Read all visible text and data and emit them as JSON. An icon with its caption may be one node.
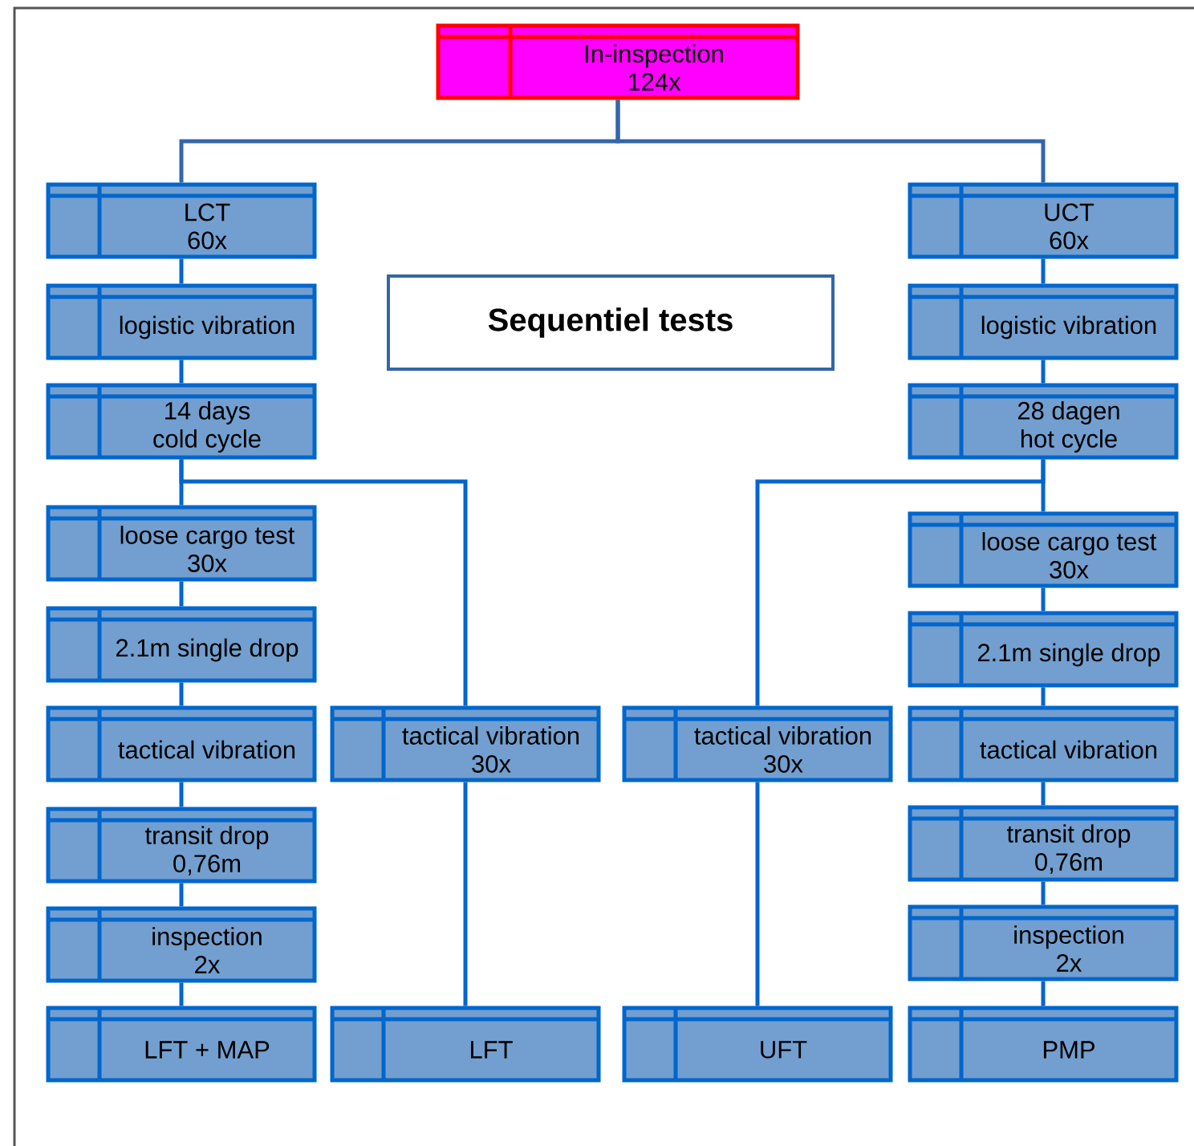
{
  "diagram": {
    "title": "Sequentiel tests",
    "nodes": [
      {
        "text": [
          "In-inspection 124x"
        ]
      },
      {
        "text": [
          "LCT 60x"
        ]
      },
      {
        "text": [
          "UCT 60x"
        ]
      },
      {
        "text": [
          "logistic vibration"
        ]
      },
      {
        "text": [
          "logistic vibration"
        ]
      },
      {
        "text": [
          "14 days cold cycle"
        ]
      },
      {
        "text": [
          "28 dagen hot cycle"
        ]
      },
      {
        "text": [
          "loose cargo test 30x"
        ]
      },
      {
        "text": [
          "loose cargo test 30x"
        ]
      },
      {
        "text": [
          "2.1m single drop"
        ]
      },
      {
        "text": [
          "2.1m single drop"
        ]
      },
      {
        "text": [
          "tactical vibration"
        ]
      },
      {
        "text": [
          "tactical vibration 30x"
        ]
      },
      {
        "text": [
          "tactical vibration 30x"
        ]
      },
      {
        "text": [
          "tactical vibration"
        ]
      },
      {
        "text": [
          "transit drop 0,76m"
        ]
      },
      {
        "text": [
          "transit drop 0,76m"
        ]
      },
      {
        "text": [
          "inspection 2x"
        ]
      },
      {
        "text": [
          "inspection 2x"
        ]
      },
      {
        "text": [
          "LFT + MAP"
        ]
      },
      {
        "text": [
          "LFT"
        ]
      },
      {
        "text": [
          "UFT"
        ]
      },
      {
        "text": [
          "PMP"
        ]
      }
    ],
    "edges": [
      {
        "from": 0,
        "to": 1,
        "arrow": "none"
      },
      {
        "from": 0,
        "to": 2,
        "arrow": "none"
      },
      {
        "from": 1,
        "to": 3,
        "arrow": "none"
      },
      {
        "from": 2,
        "to": 4,
        "arrow": "none"
      },
      {
        "from": 3,
        "to": 5,
        "arrow": "none"
      },
      {
        "from": 4,
        "to": 6,
        "arrow": "none"
      },
      {
        "from": 5,
        "to": 7,
        "arrow": "none"
      },
      {
        "from": 5,
        "to": 12,
        "arrow": "none"
      },
      {
        "from": 6,
        "to": 8,
        "arrow": "none"
      },
      {
        "from": 6,
        "to": 13,
        "arrow": "none"
      },
      {
        "from": 7,
        "to": 9,
        "arrow": "none"
      },
      {
        "from": 9,
        "to": 11,
        "arrow": "none"
      },
      {
        "from": 11,
        "to": 15,
        "arrow": "none"
      },
      {
        "from": 15,
        "to": 17,
        "arrow": "none"
      },
      {
        "from": 17,
        "to": 19,
        "arrow": "none"
      },
      {
        "from": 12,
        "to": 20,
        "arrow": "none"
      },
      {
        "from": 13,
        "to": 21,
        "arrow": "none"
      },
      {
        "from": 8,
        "to": 10,
        "arrow": "none"
      },
      {
        "from": 10,
        "to": 14,
        "arrow": "none"
      },
      {
        "from": 14,
        "to": 16,
        "arrow": "none"
      },
      {
        "from": 16,
        "to": 18,
        "arrow": "none"
      },
      {
        "from": 18,
        "to": 22,
        "arrow": "none"
      }
    ]
  }
}
